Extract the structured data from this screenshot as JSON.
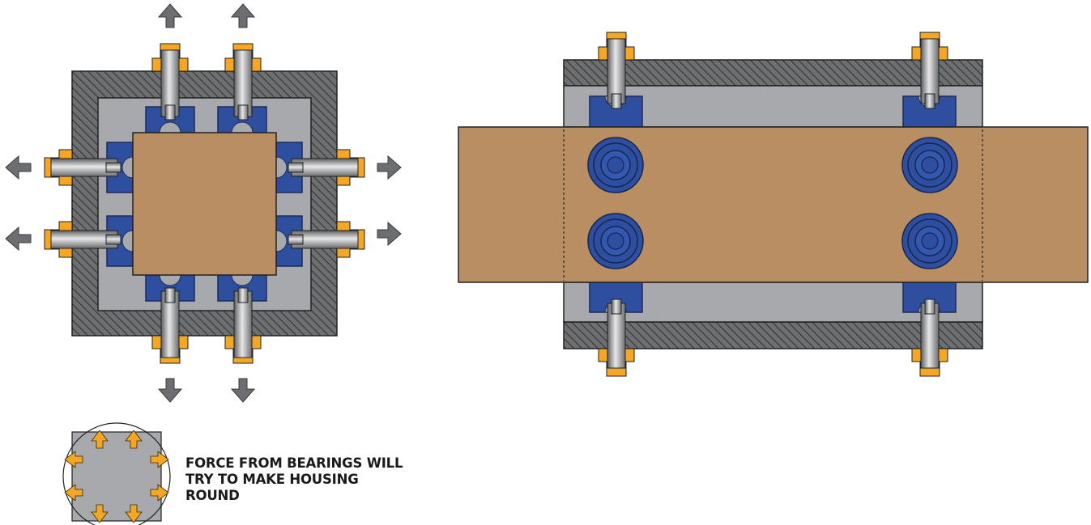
{
  "caption": {
    "lines": [
      "FORCE FROM BEARINGS WILL",
      "TRY TO MAKE HOUSING",
      "ROUND"
    ]
  },
  "colors": {
    "housing_dark": "#6e6f71",
    "housing_hatch": "#3c3c3c",
    "housing_inner": "#a7a9ac",
    "bearing_block": "#2e4fa0",
    "rail": "#b98e63",
    "bolt": "#a0a1a3",
    "nut": "#f5a623",
    "arrow": "#6d6e71"
  },
  "icons": {
    "outward_arrow": "arrow-icon",
    "force_arrow": "orange-arrow-icon"
  }
}
